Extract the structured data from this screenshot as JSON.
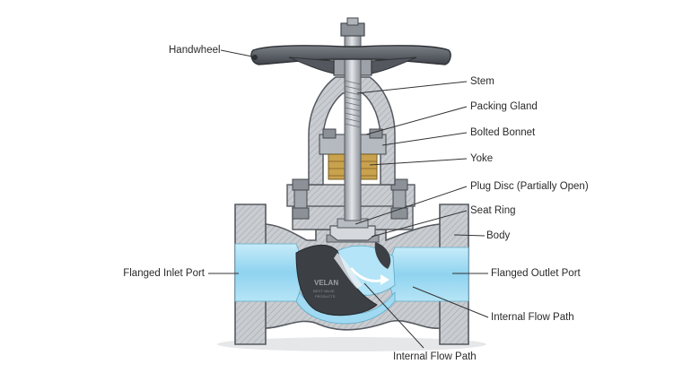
{
  "diagram": {
    "labels": {
      "handwheel": "Handwheel",
      "stem": "Stem",
      "packing_gland": "Packing Gland",
      "bolted_bonnet": "Bolted Bonnet",
      "yoke": "Yoke",
      "plug_disc": "Plug Disc (Partially Open)",
      "seat_ring": "Seat Ring",
      "body": "Body",
      "flanged_inlet_port": "Flanged Inlet Port",
      "flanged_outlet_port": "Flanged Outlet Port",
      "internal_flow_path_right": "Internal Flow Path",
      "internal_flow_path_bottom": "Internal Flow Path"
    },
    "logo": {
      "brand": "VELAN",
      "lines": [
        "BEST VALVE",
        "PRODUCTS"
      ]
    },
    "colors": {
      "metal": "#b9bec4",
      "metal_dark": "#6b7077",
      "cast_body": "#c9ccd0",
      "handwheel": "#54585e",
      "flow_blue": "#8fd3ef",
      "flow_blue_light": "#c6ecfa",
      "body_cavity": "#3c3f44",
      "packing_brass": "#b8903c",
      "leader_line": "#333333"
    }
  }
}
